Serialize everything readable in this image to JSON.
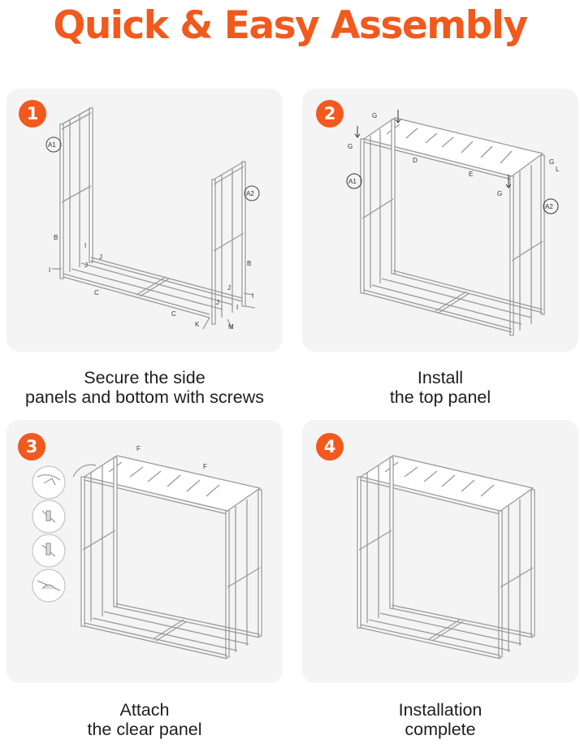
{
  "title": "Quick & Easy Assembly",
  "accent_color": "#f2591c",
  "steps": [
    {
      "number": "1",
      "caption_line1": "Secure the side",
      "caption_line2": "panels and bottom with screws",
      "part_labels": [
        "A1",
        "A2",
        "B",
        "B",
        "C",
        "C",
        "I",
        "I",
        "I",
        "I",
        "J",
        "J",
        "J",
        "J",
        "K",
        "M"
      ]
    },
    {
      "number": "2",
      "caption_line1": "Install",
      "caption_line2": "the top panel",
      "part_labels": [
        "A1",
        "A2",
        "D",
        "E",
        "G",
        "G",
        "G",
        "G",
        "L"
      ]
    },
    {
      "number": "3",
      "caption_line1": "Attach",
      "caption_line2": "the clear panel",
      "part_labels": [
        "F",
        "F"
      ]
    },
    {
      "number": "4",
      "caption_line1": "Installation",
      "caption_line2": "complete",
      "part_labels": []
    }
  ]
}
